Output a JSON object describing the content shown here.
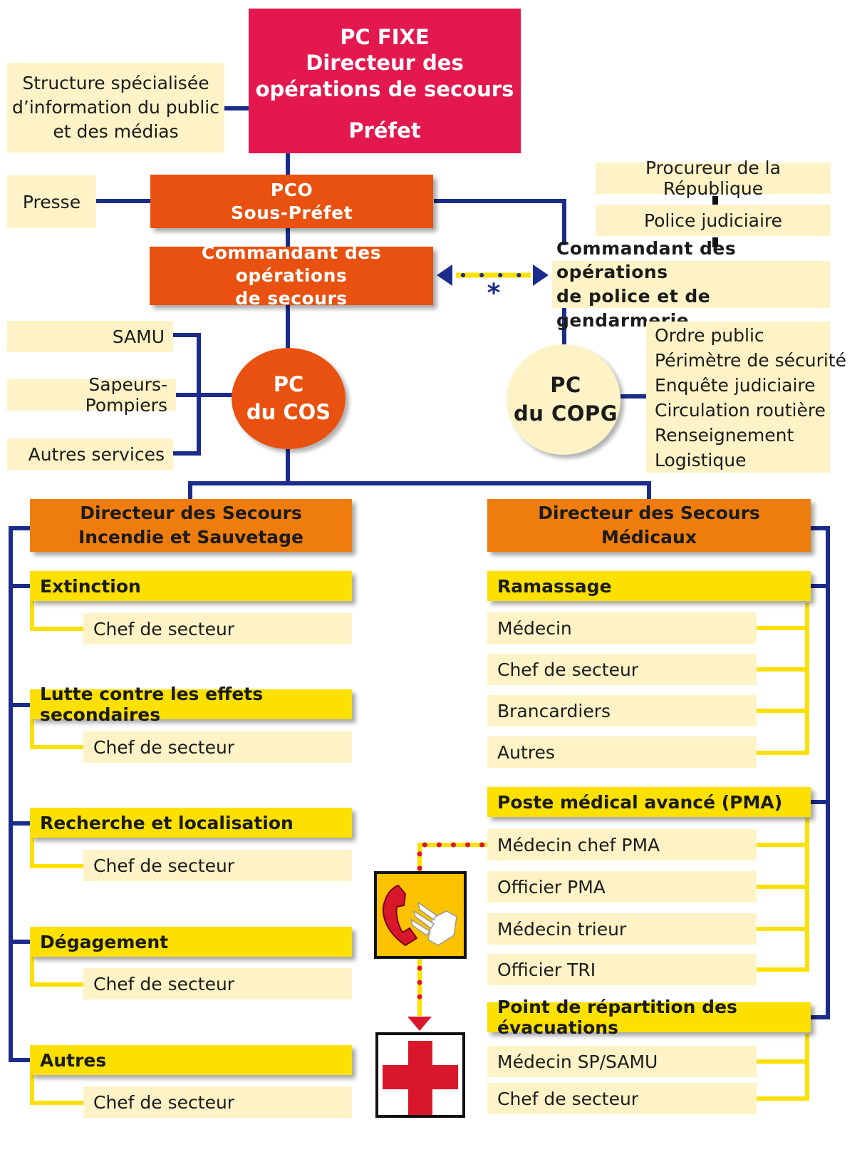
{
  "top": {
    "pc_fixe": {
      "line1": "PC FIXE",
      "line2": "Directeur des",
      "line3": "opérations de secours",
      "line4": "Préfet"
    },
    "info_structure": {
      "line1": "Structure spécialisée",
      "line2": "d’information du public",
      "line3": "et des médias"
    },
    "presse": "Presse",
    "pco": {
      "line1": "PCO",
      "line2": "Sous-Préfet"
    },
    "cos": {
      "line1": "Commandant des opérations",
      "line2": "de secours"
    },
    "procureur": "Procureur de la République",
    "police_judiciaire": "Police judiciaire",
    "copg": {
      "line1": "Commandant des opérations",
      "line2": "de police et de gendarmerie"
    },
    "asterisk": "*"
  },
  "middle": {
    "services": [
      "SAMU",
      "Sapeurs-Pompiers",
      "Autres services"
    ],
    "pc_cos": {
      "line1": "PC",
      "line2": "du COS"
    },
    "pc_copg": {
      "line1": "PC",
      "line2": "du COPG"
    },
    "copg_tasks": [
      "Ordre public",
      "Périmètre de sécurité",
      "Enquête judiciaire",
      "Circulation routière",
      "Renseignement",
      "Logistique"
    ]
  },
  "left_branch": {
    "director": {
      "line1": "Directeur des Secours",
      "line2": "Incendie et Sauvetage"
    },
    "sections": [
      {
        "title": "Extinction",
        "sub": "Chef de secteur"
      },
      {
        "title": "Lutte contre les effets secondaires",
        "sub": "Chef de secteur"
      },
      {
        "title": "Recherche et localisation",
        "sub": "Chef de secteur"
      },
      {
        "title": "Dégagement",
        "sub": "Chef de secteur"
      },
      {
        "title": "Autres",
        "sub": "Chef de secteur"
      }
    ]
  },
  "right_branch": {
    "director": {
      "line1": "Directeur des Secours",
      "line2": "Médicaux"
    },
    "ramassage": {
      "title": "Ramassage",
      "items": [
        "Médecin",
        "Chef de secteur",
        "Brancardiers",
        "Autres"
      ]
    },
    "pma": {
      "title": "Poste médical avancé (PMA)",
      "items": [
        "Médecin chef PMA",
        "Officier PMA",
        "Médecin trieur",
        "Officier TRI"
      ]
    },
    "evac": {
      "title": "Point de répartition des évacuations",
      "items": [
        "Médecin SP/SAMU",
        "Chef de secteur"
      ]
    }
  },
  "icons": [
    "phone-icon",
    "red-cross-icon"
  ],
  "colors": {
    "navy": "#1c2c8c",
    "pc_fixe": "#e3184e",
    "orange_dark": "#e8510f",
    "orange": "#ef7d0e",
    "yellow": "#fbe000",
    "cream": "#fdf3c6",
    "red": "#d8172b"
  }
}
